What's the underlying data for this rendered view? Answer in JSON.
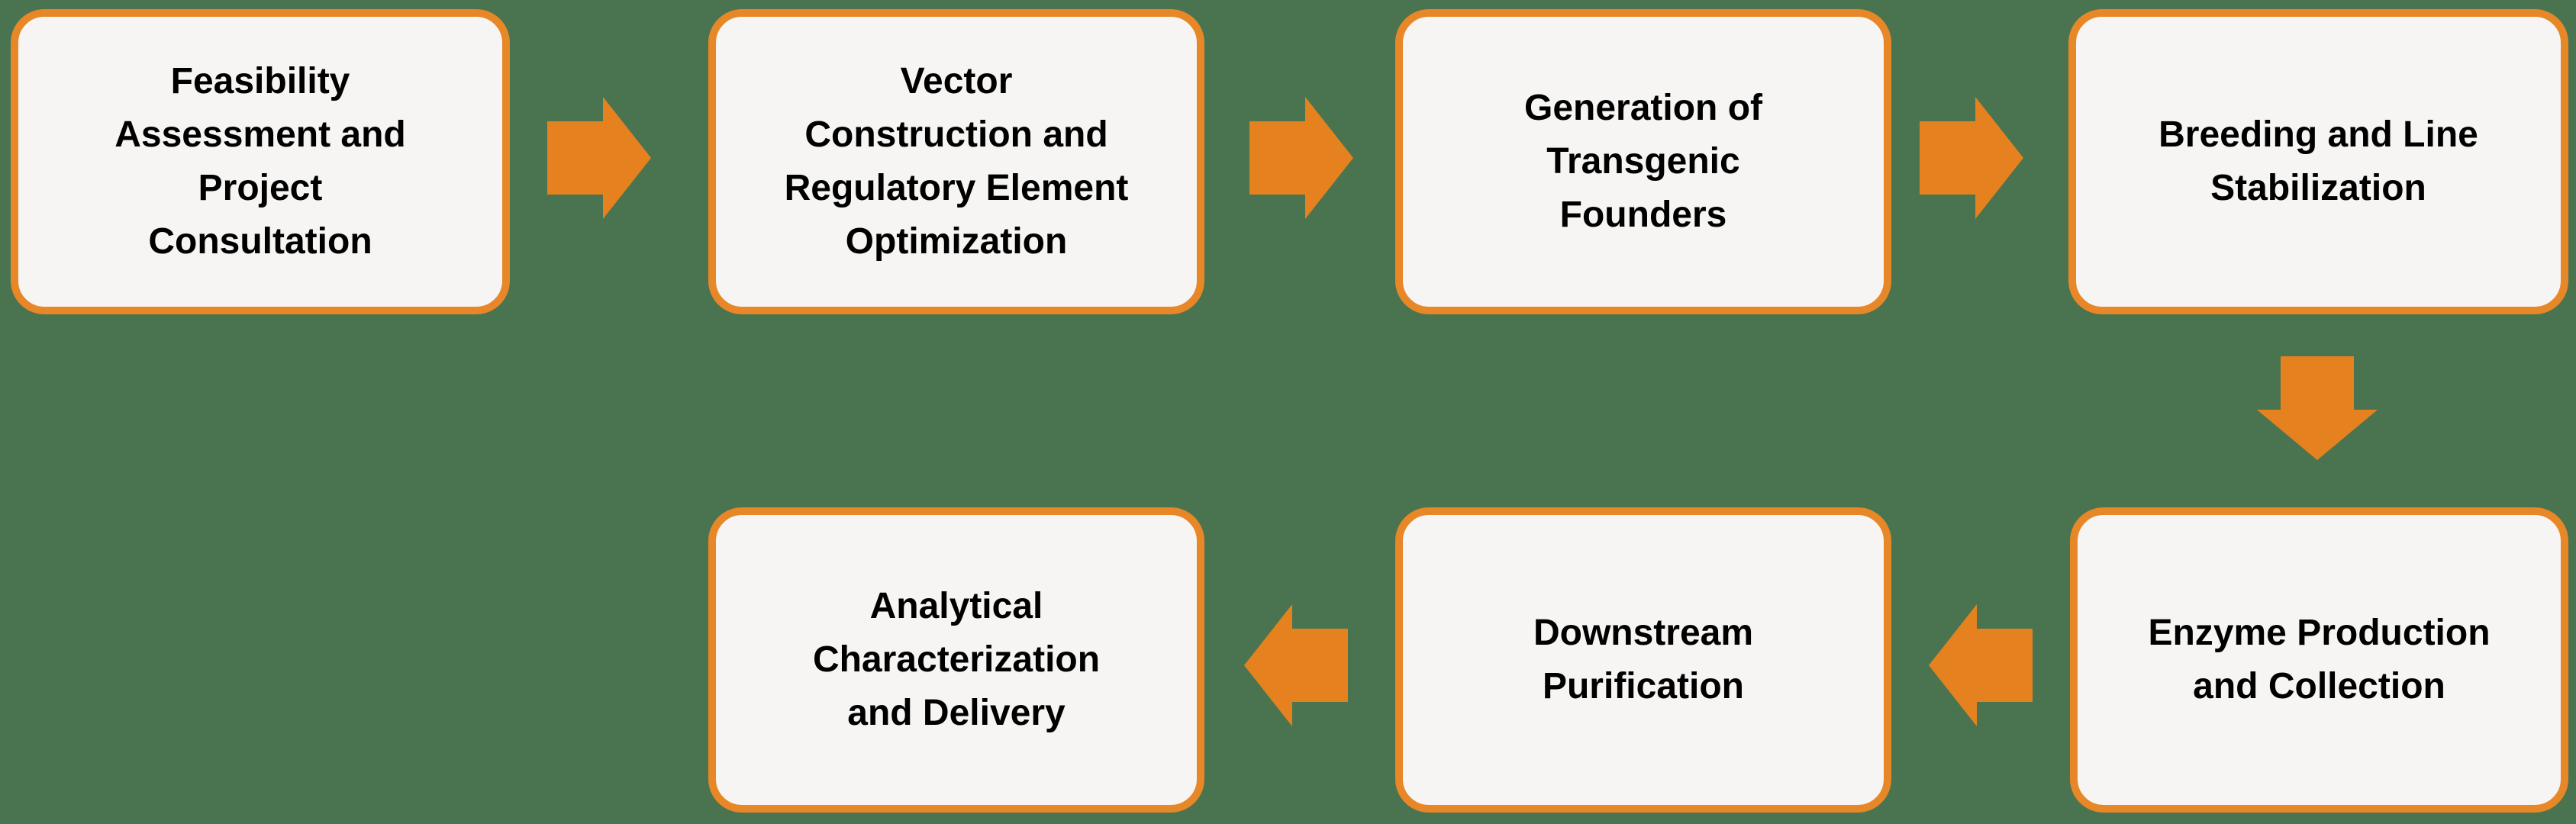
{
  "diagram": {
    "type": "process-flowchart",
    "colors": {
      "background": "#4A744F",
      "box_border": "#E78728",
      "arrow": "#E5821F",
      "box_fill": "#F6F5F3",
      "text": "#000000"
    },
    "steps": [
      {
        "id": 1,
        "label": "Feasibility\nAssessment and\nProject\nConsultation"
      },
      {
        "id": 2,
        "label": "Vector\nConstruction and\nRegulatory Element\nOptimization"
      },
      {
        "id": 3,
        "label": "Generation of\nTransgenic\nFounders"
      },
      {
        "id": 4,
        "label": "Breeding and Line\nStabilization"
      },
      {
        "id": 5,
        "label": "Enzyme Production\nand Collection"
      },
      {
        "id": 6,
        "label": "Downstream\nPurification"
      },
      {
        "id": 7,
        "label": "Analytical\nCharacterization\nand Delivery"
      }
    ],
    "arrows": [
      {
        "direction": "right",
        "from": 1,
        "to": 2
      },
      {
        "direction": "right",
        "from": 2,
        "to": 3
      },
      {
        "direction": "right",
        "from": 3,
        "to": 4
      },
      {
        "direction": "down",
        "from": 4,
        "to": 5
      },
      {
        "direction": "left",
        "from": 5,
        "to": 6
      },
      {
        "direction": "left",
        "from": 6,
        "to": 7
      }
    ]
  }
}
